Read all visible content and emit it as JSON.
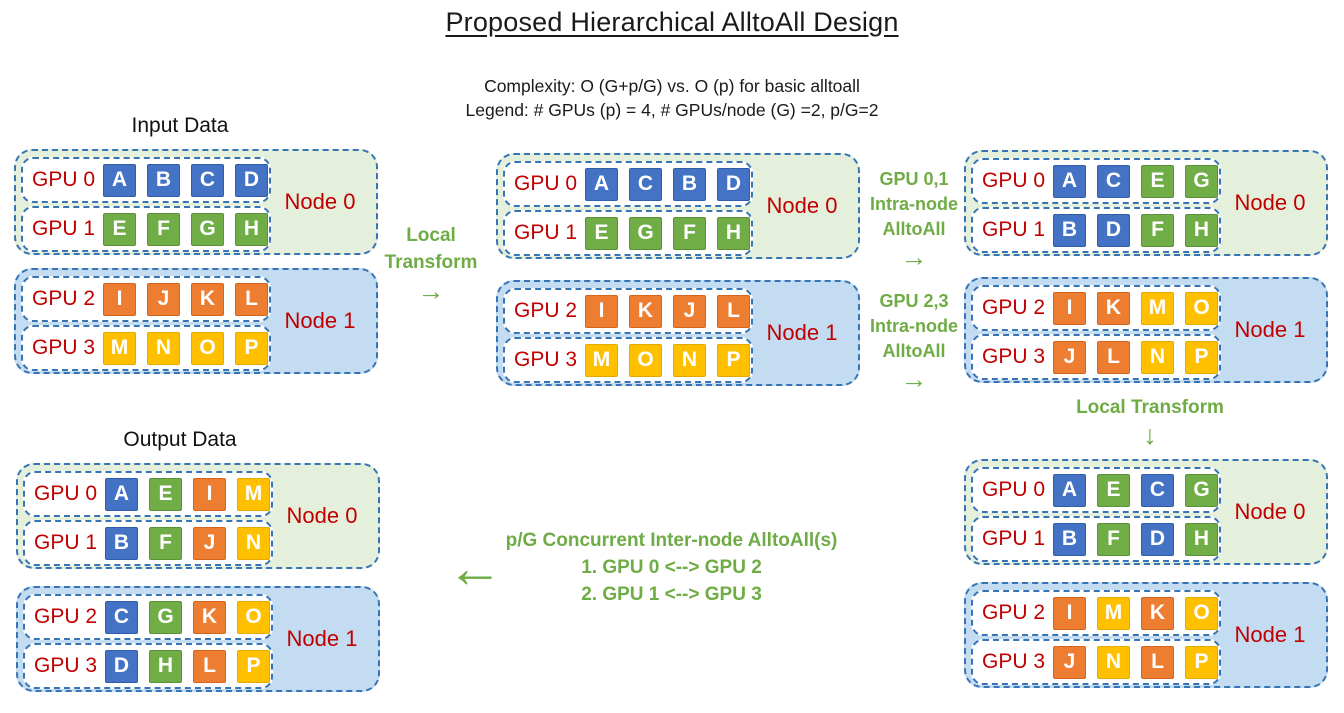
{
  "header": {
    "title": "Proposed Hierarchical AlltoAll Design",
    "complexity": "Complexity: O (G+p/G) vs. O (p) for basic alltoall",
    "legend": "Legend: # GPUs (p) = 4, # GPUs/node (G) =2, p/G=2"
  },
  "labels": {
    "input": "Input Data",
    "output": "Output Data"
  },
  "colors": {
    "cell_blue": "#4472C4",
    "cell_green": "#70AD47",
    "cell_orange": "#ED7D31",
    "cell_yellow": "#FFC000",
    "node0_background": "#E5F0DC",
    "node1_background": "#C3DCF1",
    "dashed_border": "#3674B5",
    "gpu_node_label_red": "#C00000",
    "annotation_green": "#6FAC46"
  },
  "cell_styles": [
    {
      "letters": "ABCD",
      "fill": "#4472C4",
      "border": "#2F5DA8"
    },
    {
      "letters": "EFGH",
      "fill": "#70AD47",
      "border": "#5D9138"
    },
    {
      "letters": "IJKL",
      "fill": "#ED7D31",
      "border": "#D4651C"
    },
    {
      "letters": "MNOP",
      "fill": "#FFC000",
      "border": "#E3AB00"
    }
  ],
  "panels": [
    {
      "id": "input-data",
      "nodes": [
        {
          "name": "Node 0",
          "tone": "green",
          "gpus": [
            {
              "name": "GPU 0",
              "cells": [
                "A",
                "B",
                "C",
                "D"
              ]
            },
            {
              "name": "GPU 1",
              "cells": [
                "E",
                "F",
                "G",
                "H"
              ]
            }
          ]
        },
        {
          "name": "Node 1",
          "tone": "blue",
          "gpus": [
            {
              "name": "GPU 2",
              "cells": [
                "I",
                "J",
                "K",
                "L"
              ]
            },
            {
              "name": "GPU 3",
              "cells": [
                "M",
                "N",
                "O",
                "P"
              ]
            }
          ]
        }
      ]
    },
    {
      "id": "after-local-transform",
      "nodes": [
        {
          "name": "Node 0",
          "tone": "green",
          "gpus": [
            {
              "name": "GPU 0",
              "cells": [
                "A",
                "C",
                "B",
                "D"
              ]
            },
            {
              "name": "GPU 1",
              "cells": [
                "E",
                "G",
                "F",
                "H"
              ]
            }
          ]
        },
        {
          "name": "Node 1",
          "tone": "blue",
          "gpus": [
            {
              "name": "GPU 2",
              "cells": [
                "I",
                "K",
                "J",
                "L"
              ]
            },
            {
              "name": "GPU 3",
              "cells": [
                "M",
                "O",
                "N",
                "P"
              ]
            }
          ]
        }
      ]
    },
    {
      "id": "after-intra-node-alltoall",
      "nodes": [
        {
          "name": "Node 0",
          "tone": "green",
          "gpus": [
            {
              "name": "GPU 0",
              "cells": [
                "A",
                "C",
                "E",
                "G"
              ]
            },
            {
              "name": "GPU 1",
              "cells": [
                "B",
                "D",
                "F",
                "H"
              ]
            }
          ]
        },
        {
          "name": "Node 1",
          "tone": "blue",
          "gpus": [
            {
              "name": "GPU 2",
              "cells": [
                "I",
                "K",
                "M",
                "O"
              ]
            },
            {
              "name": "GPU 3",
              "cells": [
                "J",
                "L",
                "N",
                "P"
              ]
            }
          ]
        }
      ]
    },
    {
      "id": "after-local-transform-2",
      "nodes": [
        {
          "name": "Node 0",
          "tone": "green",
          "gpus": [
            {
              "name": "GPU 0",
              "cells": [
                "A",
                "E",
                "C",
                "G"
              ]
            },
            {
              "name": "GPU 1",
              "cells": [
                "B",
                "F",
                "D",
                "H"
              ]
            }
          ]
        },
        {
          "name": "Node 1",
          "tone": "blue",
          "gpus": [
            {
              "name": "GPU 2",
              "cells": [
                "I",
                "M",
                "K",
                "O"
              ]
            },
            {
              "name": "GPU 3",
              "cells": [
                "J",
                "N",
                "L",
                "P"
              ]
            }
          ]
        }
      ]
    },
    {
      "id": "output-data",
      "nodes": [
        {
          "name": "Node 0",
          "tone": "green",
          "gpus": [
            {
              "name": "GPU 0",
              "cells": [
                "A",
                "E",
                "I",
                "M"
              ]
            },
            {
              "name": "GPU 1",
              "cells": [
                "B",
                "F",
                "J",
                "N"
              ]
            }
          ]
        },
        {
          "name": "Node 1",
          "tone": "blue",
          "gpus": [
            {
              "name": "GPU 2",
              "cells": [
                "C",
                "G",
                "K",
                "O"
              ]
            },
            {
              "name": "GPU 3",
              "cells": [
                "D",
                "H",
                "L",
                "P"
              ]
            }
          ]
        }
      ]
    }
  ],
  "annotations": {
    "local_transform_1": {
      "lines": [
        "Local",
        "Transform"
      ],
      "arrow": "→"
    },
    "intra_node_01": {
      "lines": [
        "GPU 0,1",
        "Intra-node",
        "AlltoAll"
      ],
      "arrow": "→"
    },
    "intra_node_23": {
      "lines": [
        "GPU 2,3",
        "Intra-node",
        "AlltoAll"
      ],
      "arrow": "→"
    },
    "local_transform_2": {
      "lines": [
        "Local Transform"
      ],
      "arrow": "↓"
    },
    "inter_node": {
      "lines": [
        "p/G Concurrent Inter-node AlltoAll(s)",
        "1. GPU 0 <--> GPU 2",
        "2. GPU 1 <--> GPU 3"
      ],
      "arrow": "←"
    }
  }
}
